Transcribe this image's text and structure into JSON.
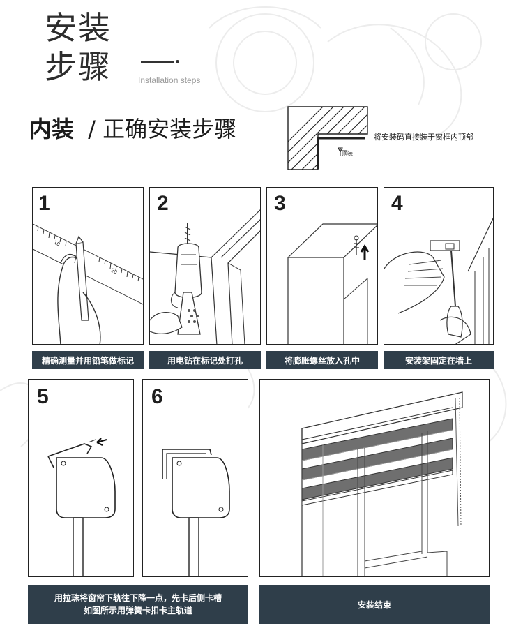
{
  "header": {
    "title_line1": "安装",
    "title_line2": "步骤",
    "subtitle_en": "Installation steps"
  },
  "section": {
    "title_bold": "内装",
    "title_rest": "/ 正确安装步骤",
    "diagram_label": "顶装",
    "note": "将安装码直接装于窗框内顶部"
  },
  "steps": [
    {
      "number": "1",
      "caption": "精确测量并用铅笔做标记",
      "ruler_ticks": [
        "10",
        "20"
      ]
    },
    {
      "number": "2",
      "caption": "用电钻在标记处打孔"
    },
    {
      "number": "3",
      "caption": "将膨胀螺丝放入孔中"
    },
    {
      "number": "4",
      "caption": "安装架固定在墙上"
    },
    {
      "number": "5"
    },
    {
      "number": "6"
    }
  ],
  "captions": {
    "step56_line1": "用拉珠将窗帘下轨往下降一点，先卡后侧卡槽",
    "step56_line2": "如图所示用弹簧卡扣卡主轨道",
    "final": "安装结束"
  },
  "colors": {
    "caption_bg": "#2f3e4a",
    "stripe": "#6f6f6f"
  }
}
